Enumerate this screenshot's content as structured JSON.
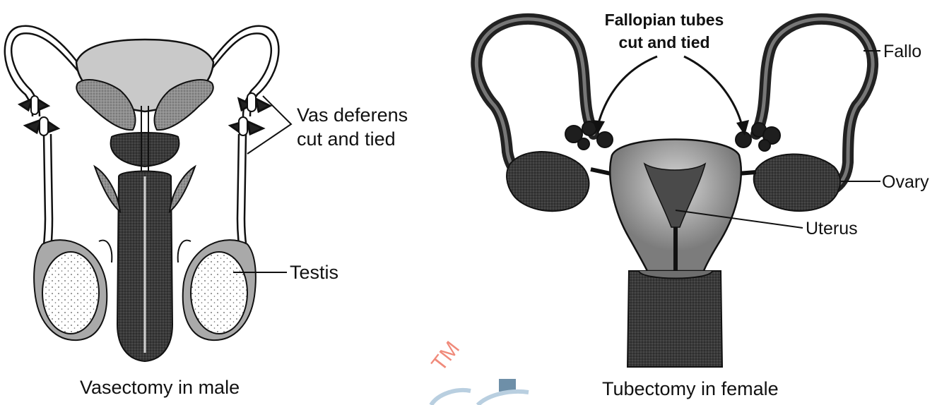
{
  "male": {
    "caption": "Vasectomy in male",
    "vas_label_line1": "Vas deferens",
    "vas_label_line2": "cut and tied",
    "testis_label": "Testis"
  },
  "female": {
    "caption": "Tubectomy in female",
    "tubes_label_line1": "Fallopian tubes",
    "tubes_label_line2": "cut and tied",
    "fallopian_label": "Fallo",
    "ovary_label": "Ovary",
    "uterus_label": "Uterus"
  },
  "watermark": {
    "tm": "TM"
  },
  "colors": {
    "ink": "#111111",
    "gray": "#8a8a8a",
    "dark": "#2b2b2b",
    "watermark_red": "#f08a7a",
    "watermark_blue": "#6e8fa8"
  }
}
